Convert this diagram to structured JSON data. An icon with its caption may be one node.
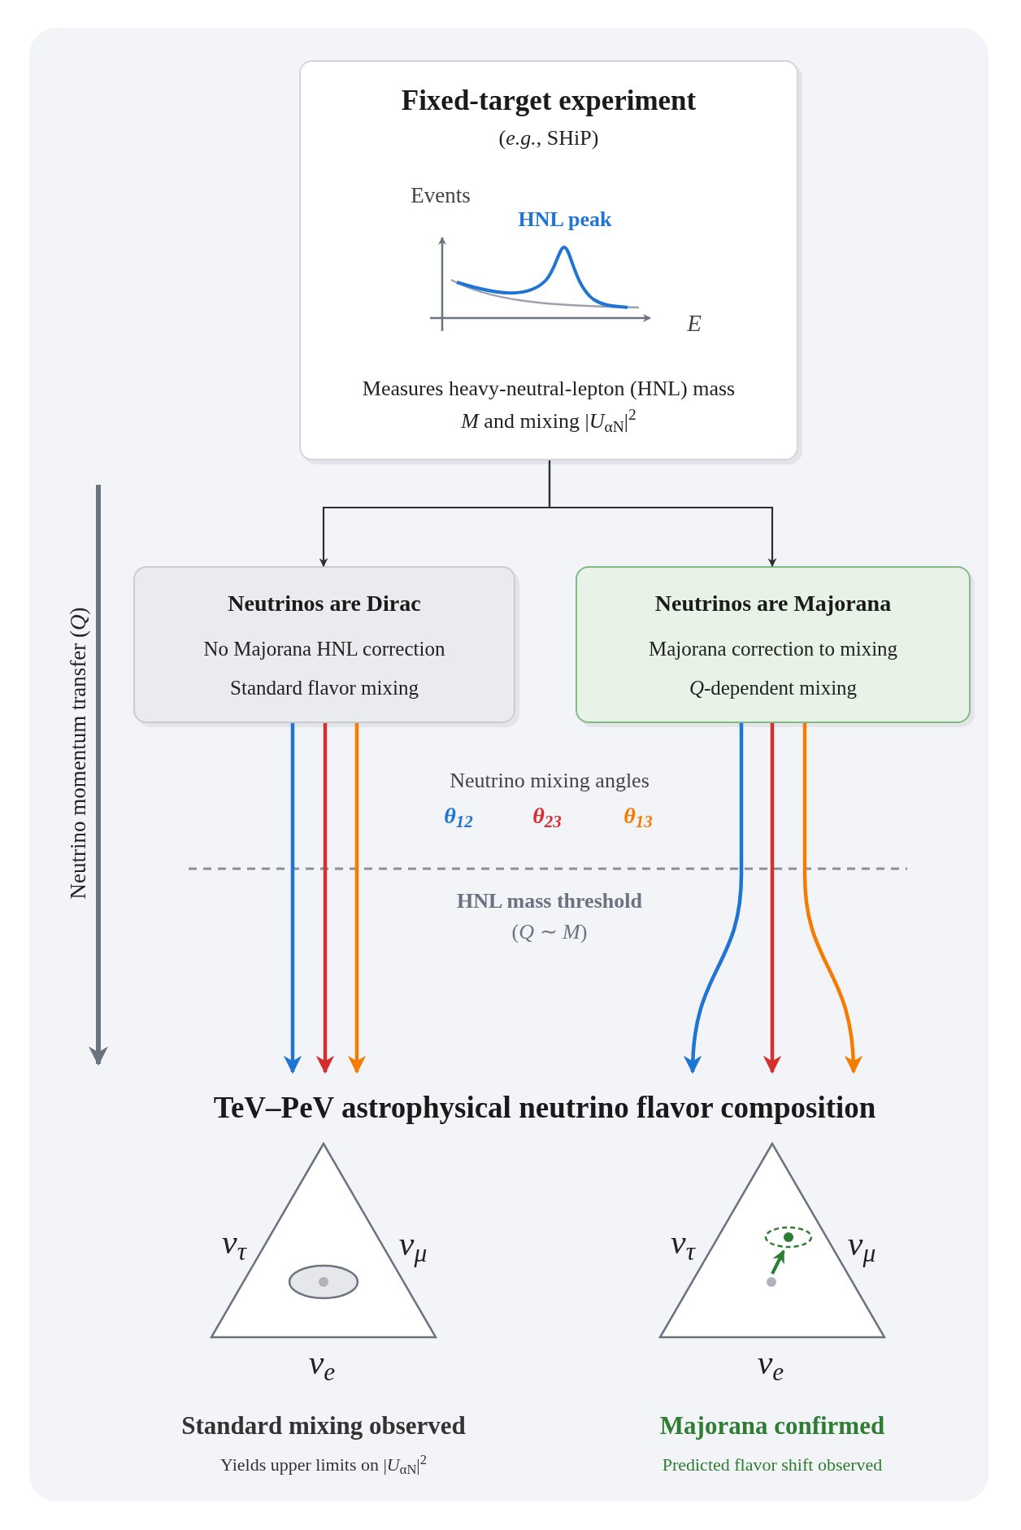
{
  "diagram": {
    "nodes": [
      {
        "text": [
          "Fixed-target experiment",
          "(*e.g.*, SHiP)",
          "Measures heavy-neutral-lepton (HNL) mass *M* and mixing |*U*$_{αN}$|$^{2}$"
        ]
      },
      {
        "text": [
          "Neutrinos are Dirac",
          "No Majorana HNL correction",
          "Standard flavor mixing"
        ]
      },
      {
        "text": [
          "Neutrinos are Majorana",
          "Majorana correction to mixing",
          "*Q*-dependent mixing"
        ]
      },
      {
        "text": [
          "TeV–PeV astrophysical neutrino flavor composition"
        ]
      }
    ],
    "edges": [
      {
        "from": 0,
        "to": 1,
        "arrow": "to"
      },
      {
        "from": 0,
        "to": 2,
        "arrow": "to"
      },
      {
        "from": 1,
        "to": 3,
        "arrow": "to",
        "color": "#1f74d4"
      },
      {
        "from": 1,
        "to": 3,
        "arrow": "to",
        "color": "#d32f2f"
      },
      {
        "from": 1,
        "to": 3,
        "arrow": "to",
        "color": "#f57c00"
      },
      {
        "from": 2,
        "to": 3,
        "arrow": "to",
        "color": "#1f74d4"
      },
      {
        "from": 2,
        "to": 3,
        "arrow": "to",
        "color": "#d32f2f"
      },
      {
        "from": 2,
        "to": 3,
        "arrow": "to",
        "color": "#f57c00"
      }
    ],
    "labels": [
      "Events",
      "HNL peak",
      "E",
      "Neutrino momentum transfer (*Q*)",
      "Neutrino mixing angles",
      "θ$_{12}$",
      "θ$_{23}$",
      "θ$_{13}$",
      "HNL mass threshold",
      "(*Q* ∼ *M*)",
      "ν$_{τ}$",
      "ν$_{μ}$",
      "ν$_{e}$",
      "ν$_{τ}$",
      "ν$_{μ}$",
      "ν$_{e}$",
      "Standard mixing observed",
      "Yields upper limits on |*U*$_{αN}$|$^{2}$",
      "Majorana confirmed",
      "Predicted flavor shift observed"
    ]
  }
}
